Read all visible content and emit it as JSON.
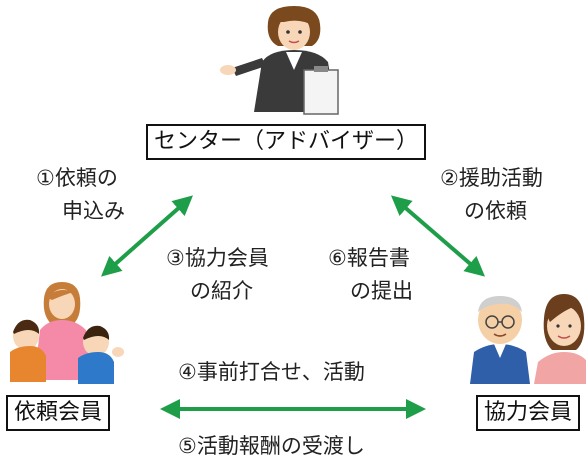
{
  "nodes": {
    "center": "センター（アドバイザー）",
    "requester": "依頼会員",
    "helper": "協力会員"
  },
  "steps": {
    "s1": [
      "①依頼の",
      "申込み"
    ],
    "s2": [
      "②援助活動",
      "の依頼"
    ],
    "s3": [
      "③協力会員",
      "の紹介"
    ],
    "s6": [
      "⑥報告書",
      "の提出"
    ],
    "s4": "④事前打合せ、活動",
    "s5": "⑤活動報酬の受渡し"
  },
  "colors": {
    "arrow": "#1f9e4a"
  },
  "icons": [
    "advisor-woman-illustration",
    "mother-children-illustration",
    "elderly-couple-illustration"
  ]
}
